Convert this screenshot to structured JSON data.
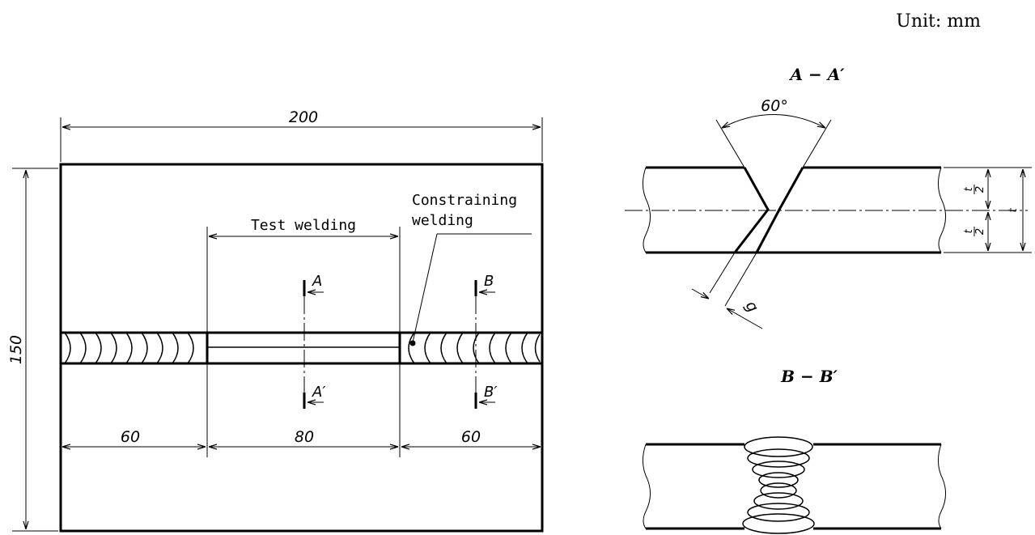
{
  "unit_note": "Unit: mm",
  "plan": {
    "width_dim": "200",
    "height_dim": "150",
    "left_seg_dim": "60",
    "mid_seg_dim": "80",
    "right_seg_dim": "60",
    "test_label": "Test welding",
    "constraint_label_1": "Constraining",
    "constraint_label_2": "welding",
    "cut_a": "A",
    "cut_a_prime": "A′",
    "cut_b": "B",
    "cut_b_prime": "B′"
  },
  "section_a": {
    "title": "A − A′",
    "angle": "60°",
    "gap": "g",
    "half_t_num": "t",
    "half_t_den": "2",
    "half_t2_num": "t",
    "half_t2_den": "2",
    "thickness": "t"
  },
  "section_b": {
    "title": "B − B′"
  }
}
